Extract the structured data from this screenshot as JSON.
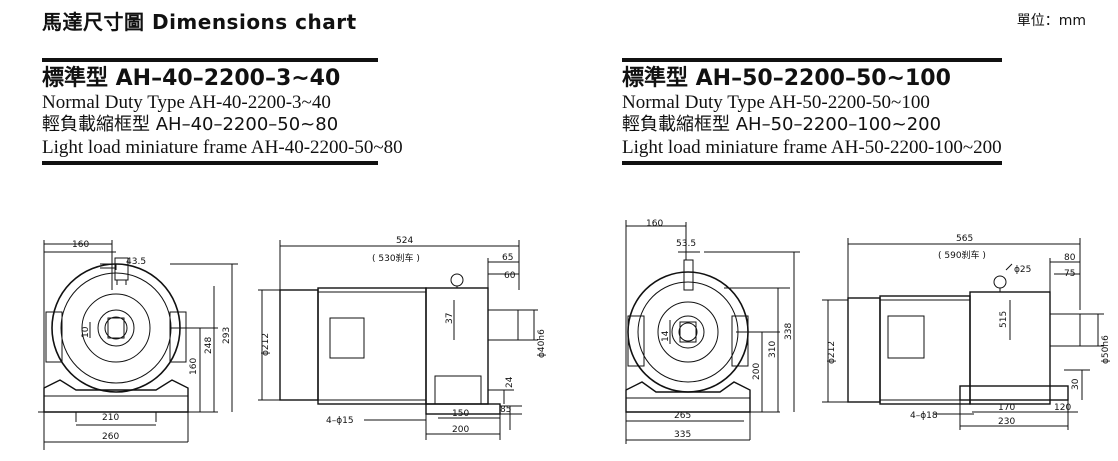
{
  "header": {
    "title": "馬達尺寸圖  Dimensions chart",
    "unit": "單位：mm"
  },
  "left_block": {
    "line1": "標準型 AH–40–2200–3~40",
    "line2": "Normal Duty Type   AH-40-2200-3~40",
    "line3": "輕負載縮框型  AH–40–2200–50~80",
    "line4": "Light load miniature frame  AH-40-2200-50~80"
  },
  "right_block": {
    "line1": "標準型  AH–50–2200–50~100",
    "line2": "Normal Duty Type   AH-50-2200-50~100",
    "line3": "輕負載縮框型  AH–50–2200–100~200",
    "line4": "Light load miniature frame  AH-50-2200-100~200"
  },
  "left_drawing": {
    "front": {
      "w160": "160",
      "w43": "43.5",
      "h10": "10",
      "h160": "160",
      "h248": "248",
      "h293": "293",
      "w210": "210",
      "w260": "260"
    },
    "side": {
      "l524": "524",
      "brake": "( 530刹车 )",
      "l65": "65",
      "l60": "60",
      "d212": "ϕ212",
      "h37": "37",
      "d40": "ϕ40h6",
      "h24": "24",
      "holes": "4–ϕ15",
      "l150": "150",
      "l85": "85",
      "l200": "200"
    }
  },
  "right_drawing": {
    "front": {
      "w160": "160",
      "w53": "53.5",
      "h14": "14",
      "h200": "200",
      "h310": "310",
      "h338": "338",
      "w265": "265",
      "w335": "335"
    },
    "side": {
      "l565": "565",
      "brake": "( 590刹车 )",
      "d25": "ϕ25",
      "l80": "80",
      "l75": "75",
      "d212": "ϕ212",
      "h515": "515",
      "d50": "ϕ50h6",
      "h30": "30",
      "holes": "4–ϕ18",
      "l170": "170",
      "l120": "120",
      "l230": "230"
    }
  }
}
